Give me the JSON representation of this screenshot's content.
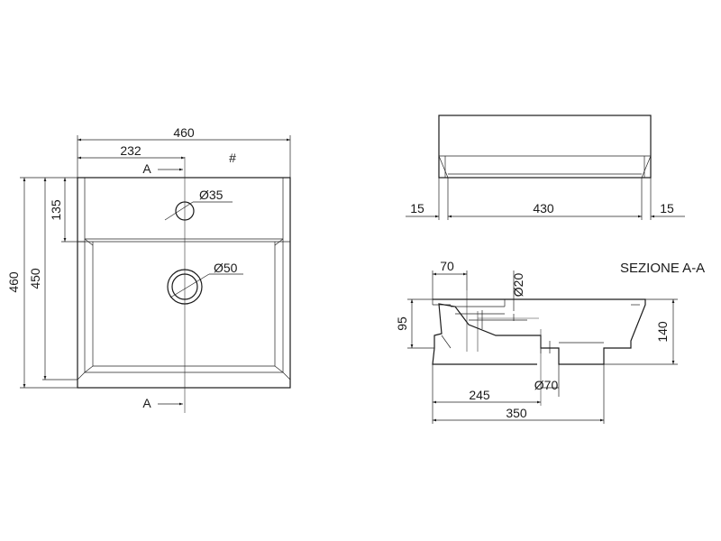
{
  "top_view": {
    "width_overall": "460",
    "drain_offset": "232",
    "height_overall": "460",
    "height_inner": "450",
    "tap_offset": "135",
    "tap_hole": "Ø35",
    "drain_hole": "Ø50",
    "section_marker_top": "A",
    "section_marker_bottom": "A",
    "marker_hash": "#"
  },
  "front_view": {
    "left_margin": "15",
    "inner_width": "430",
    "right_margin": "15"
  },
  "section_view": {
    "title": "SEZIONE A-A",
    "dim_70": "70",
    "dim_d20": "Ø20",
    "dim_95": "95",
    "dim_140": "140",
    "dim_245": "245",
    "dim_d70": "Ø70",
    "dim_350": "350"
  }
}
